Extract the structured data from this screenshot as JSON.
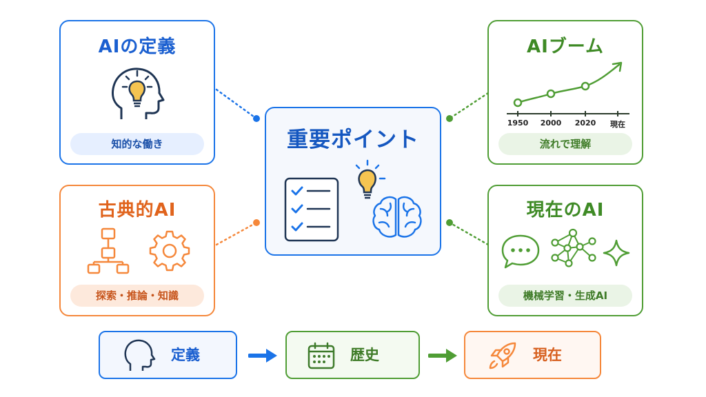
{
  "center": {
    "title": "重要ポイント"
  },
  "cards": {
    "ai_definition": {
      "title": "AIの定義",
      "pill": "知的な働き"
    },
    "classical_ai": {
      "title": "古典的AI",
      "pill": "探索・推論・知識"
    },
    "ai_boom": {
      "title": "AIブーム",
      "pill": "流れで理解",
      "timeline_labels": [
        "1950",
        "2000",
        "2020",
        "現在"
      ]
    },
    "current_ai": {
      "title": "現在のAI",
      "pill": "機械学習・生成AI"
    }
  },
  "flow": {
    "steps": [
      {
        "label": "定義"
      },
      {
        "label": "歴史"
      },
      {
        "label": "現在"
      }
    ]
  },
  "colors": {
    "blue": "#1a73e8",
    "orange": "#f5873a",
    "green": "#4f9d34"
  },
  "icons": [
    "head-lightbulb-icon",
    "flowchart-icon",
    "gear-icon",
    "chat-bubble-icon",
    "neural-network-icon",
    "sparkle-icon",
    "checklist-icon",
    "lightbulb-icon",
    "brain-icon",
    "head-profile-icon",
    "calendar-icon",
    "rocket-icon",
    "arrow-right-icon"
  ]
}
